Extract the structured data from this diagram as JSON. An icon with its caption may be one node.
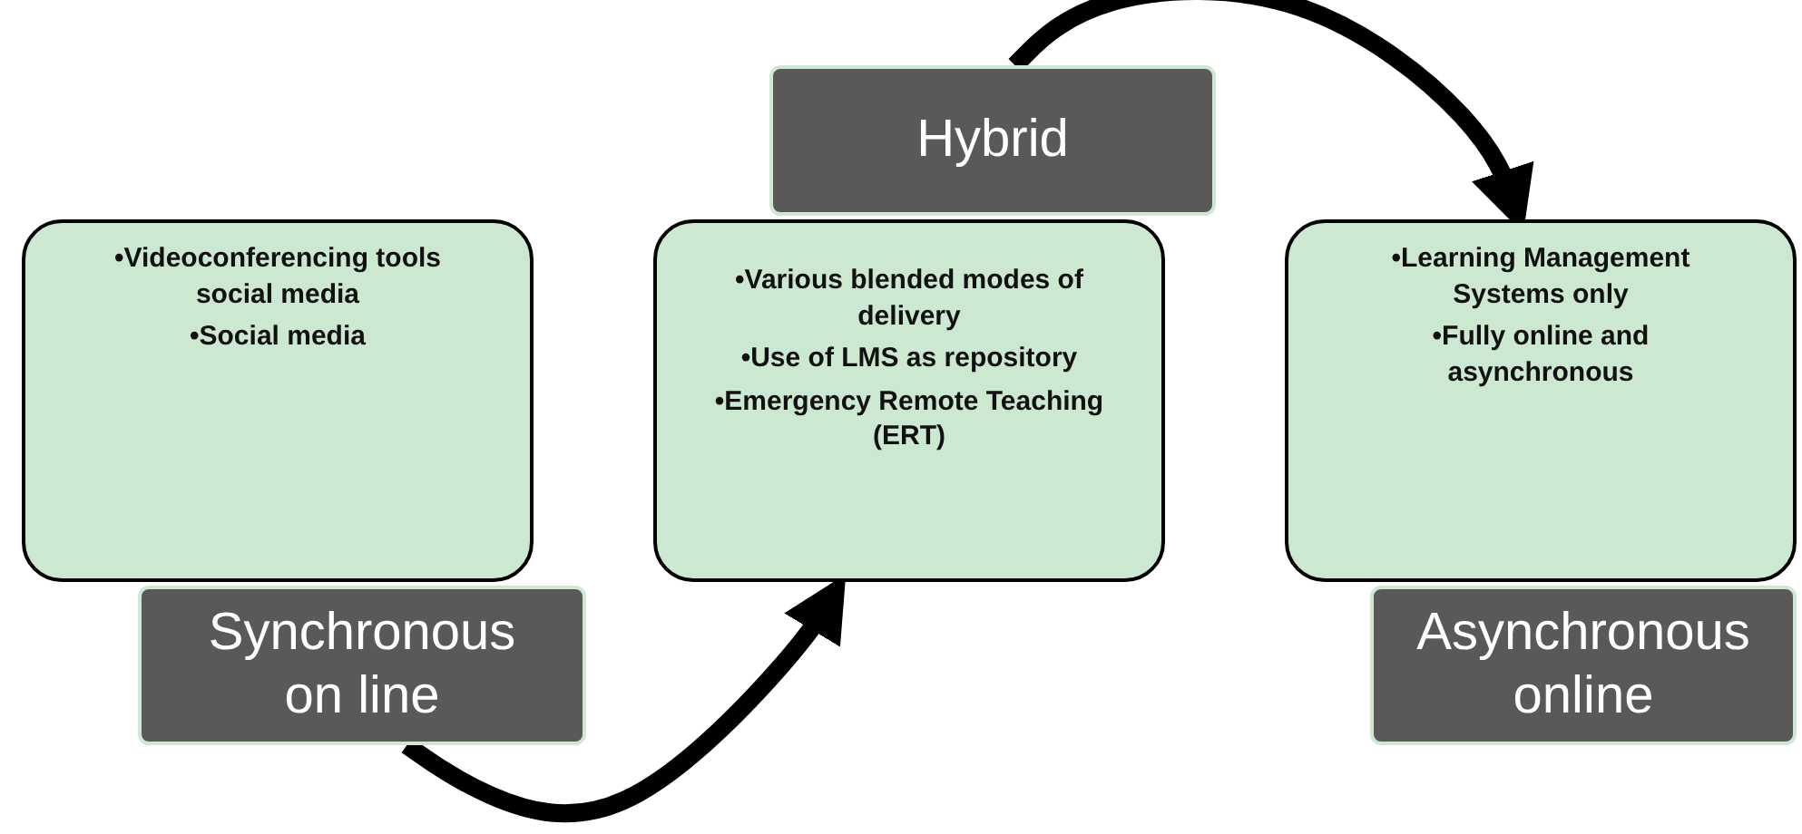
{
  "diagram": {
    "nodes": [
      {
        "text": [
          "•Videoconferencing tools social media",
          "•Social media"
        ]
      },
      {
        "text": [
          "Synchronous on line"
        ]
      },
      {
        "text": [
          "Hybrid"
        ]
      },
      {
        "text": [
          "•Various blended modes of delivery",
          "•Use of LMS as repository",
          "•Emergency Remote Teaching (ERT)"
        ]
      },
      {
        "text": [
          "•Learning Management Systems only",
          "•Fully online and asynchronous"
        ]
      },
      {
        "text": [
          "Asynchronous online"
        ]
      }
    ],
    "edges": [
      {
        "from": 1,
        "to": 3,
        "arrow": "to"
      },
      {
        "from": 2,
        "to": 4,
        "arrow": "to"
      }
    ]
  }
}
